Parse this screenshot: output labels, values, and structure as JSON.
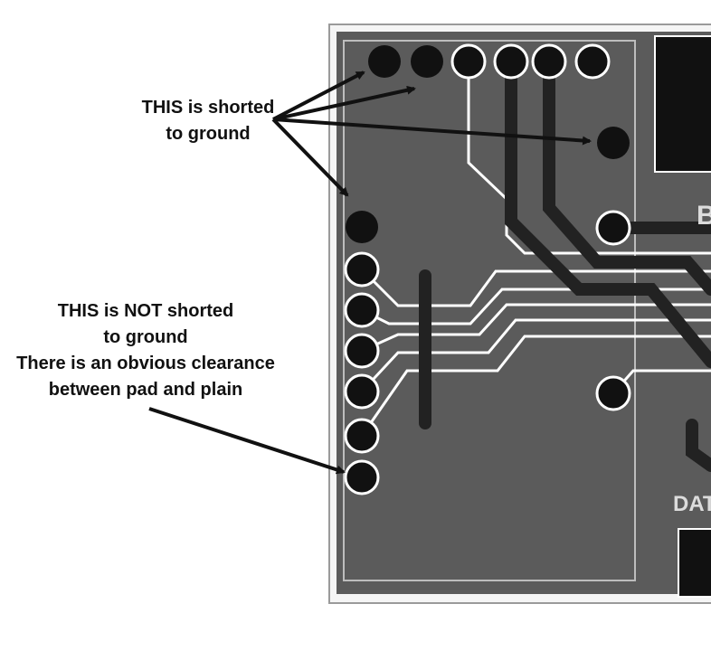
{
  "callouts": {
    "shorted": {
      "line1": "THIS is shorted",
      "line2": "to ground"
    },
    "not_shorted": {
      "line1": "THIS is NOT shorted",
      "line2": "to ground",
      "line3": "There is an obvious clearance",
      "line4": "between pad and plain"
    }
  },
  "silkscreen": {
    "label_b": "B",
    "label_dat": "DAT"
  },
  "colors": {
    "ground_plane": "#5b5b5b",
    "board_outline": "#e8e8e8",
    "trace_isolated": "#ffffff",
    "trace_dark": "#222222",
    "pad": "#111111",
    "arrow": "#111111"
  }
}
